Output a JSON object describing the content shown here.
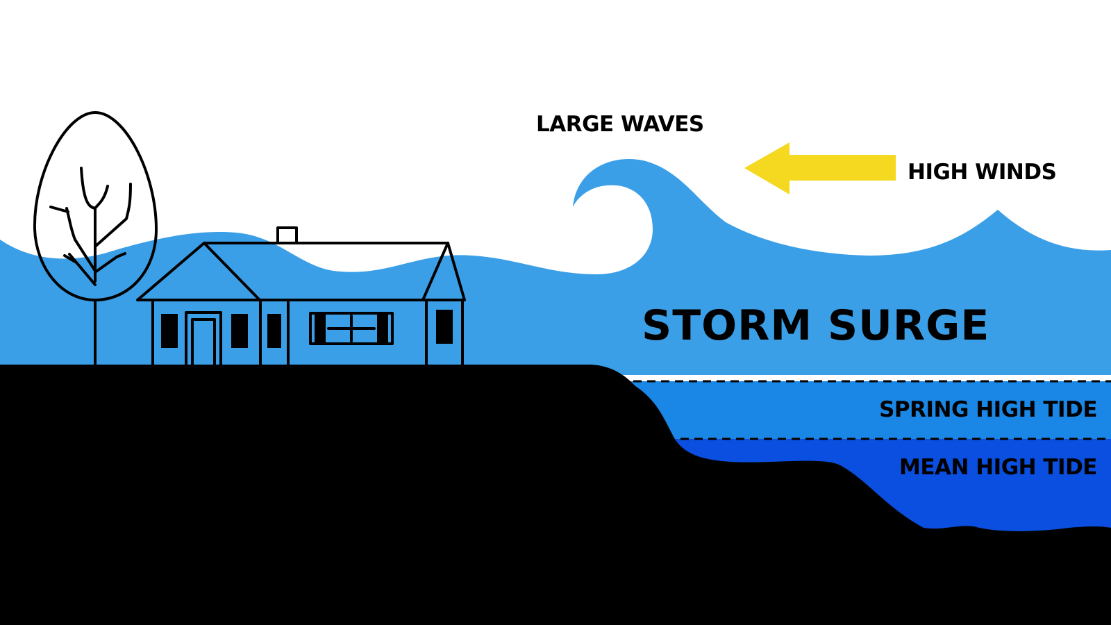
{
  "labels": {
    "large_waves": "LARGE WAVES",
    "high_winds": "HIGH WINDS",
    "storm_surge": "STORM SURGE",
    "spring_high_tide": "SPRING HIGH TIDE",
    "mean_high_tide": "MEAN HIGH TIDE"
  },
  "icons": {
    "wind": "arrow-left-icon",
    "tree": "tree-icon",
    "house": "house-icon"
  },
  "colors": {
    "storm_surge": "#3b9fe8",
    "spring_high_tide": "#1a87e6",
    "mean_high_tide": "#0a4fe0",
    "ground": "#000000",
    "wind_arrow": "#f5d820",
    "background": "#ffffff"
  }
}
